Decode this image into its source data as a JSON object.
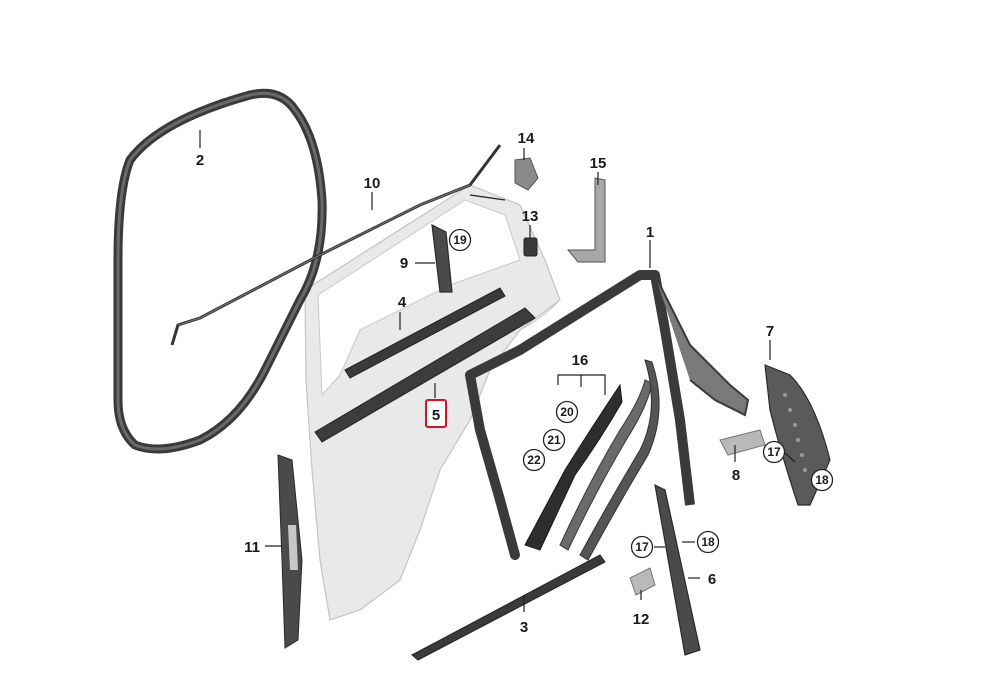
{
  "diagram": {
    "highlight_color": "#d0142a",
    "labels": {
      "p1": "1",
      "p2": "2",
      "p3": "3",
      "p4": "4",
      "p5": "5",
      "p6": "6",
      "p7": "7",
      "p8": "8",
      "p9": "9",
      "p10": "10",
      "p11": "11",
      "p12": "12",
      "p13": "13",
      "p14": "14",
      "p15": "15",
      "p16": "16",
      "c17a": "17",
      "c18a": "18",
      "c19": "19",
      "c20": "20",
      "c21": "21",
      "c22": "22",
      "c17b": "17",
      "c18b": "18"
    },
    "highlighted_part": "5"
  }
}
